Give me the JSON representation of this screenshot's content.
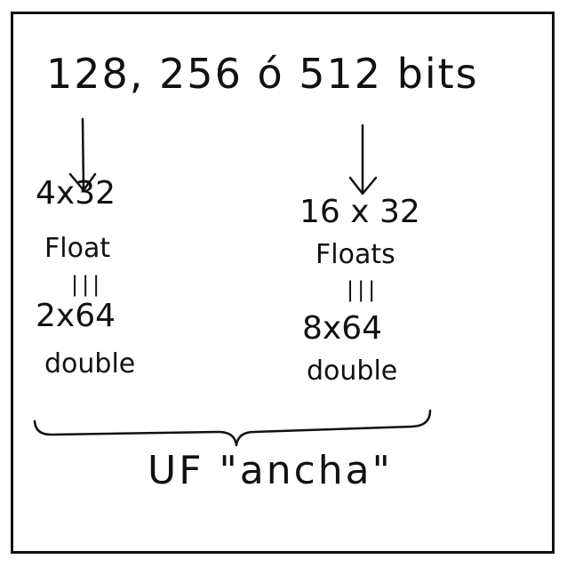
{
  "header": {
    "text": "128, 256 ó 512 bits"
  },
  "left_column": {
    "line1": "4x32",
    "line2": "Float",
    "equals": "|||",
    "line3": "2x64",
    "line4": "double"
  },
  "right_column": {
    "line1": "16 x 32",
    "line2": "Floats",
    "equals": "|||",
    "line3": "8x64",
    "line4": "double"
  },
  "footer": {
    "text": "UF \"ancha\""
  }
}
